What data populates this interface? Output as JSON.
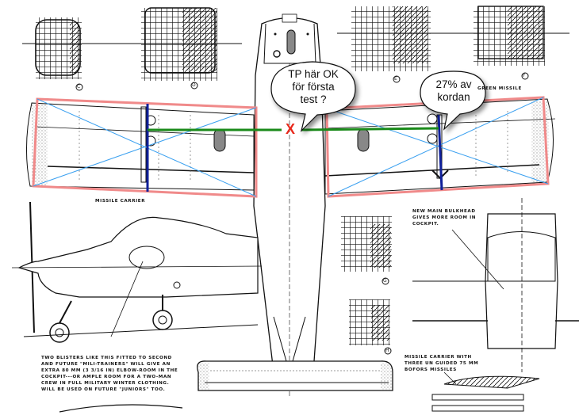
{
  "drawing": {
    "title": "Light aircraft three-view plan with wing chord annotation",
    "section_labels": [
      "C",
      "D",
      "E",
      "F",
      "G",
      "H"
    ],
    "annotations": {
      "bubble_tp": "TP här OK\nför första\ntest ?",
      "bubble_chord": "27% av\nkordan",
      "cg_marker": "X"
    },
    "notes": {
      "missile_carrier": "MISSILE CARRIER",
      "green_missile": "GREEN MISSILE",
      "bulkhead": "NEW MAIN BULKHEAD\nGIVES MORE ROOM IN\nCOCKPIT.",
      "blisters": "TWO BLISTERS LIKE THIS FITTED TO SECOND\nAND FUTURE \"MILI-TRAINERS\" WILL GIVE AN\nEXTRA 80 MM (3 3/16 IN) ELBOW-ROOM IN THE\nCOCKPIT---OR AMPLE ROOM FOR A TWO-MAN\nCREW IN FULL MILITARY WINTER CLOTHING.\nWILL BE USED ON FUTURE \"JUNIORS\" TOO.",
      "missile_carrier_with": "MISSILE CARRIER WITH\nTHREE UN GUIDED 75 MM\nBOFORS MISSILES"
    },
    "overlay_colors": {
      "wing_outline": "#f08a8a",
      "diagonals": "#3aa0f0",
      "chord_line": "#1a8a1a",
      "spar_line": "#10209a",
      "cg_marker": "#e8291c"
    },
    "chord_position_percent": 27
  }
}
